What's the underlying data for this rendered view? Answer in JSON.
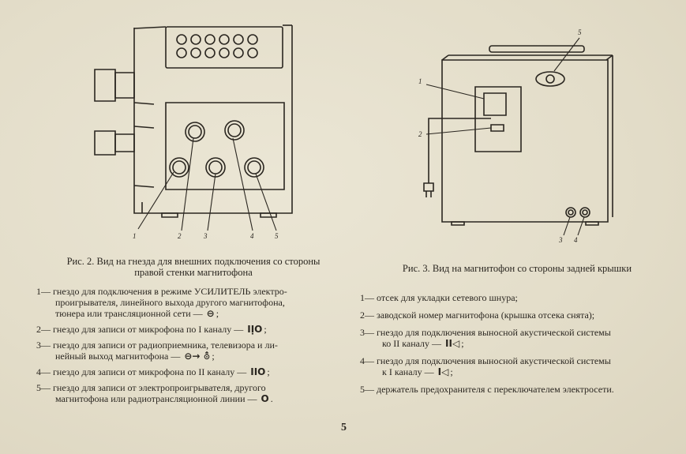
{
  "fig2": {
    "caption_line1": "Рис. 2. Вид на гнезда для внешних подключения со стороны",
    "caption_line2": "правой стенки магнитофона",
    "callouts": [
      "1",
      "2",
      "3",
      "4",
      "5"
    ],
    "legend": [
      {
        "num": "1",
        "dash": "—",
        "lines": [
          "гнездо для подключения в режиме УСИЛИТЕЛЬ электро-",
          "проигрывателя, линейного выхода другого магнитофона,",
          "тюнера или трансляционной сети —"
        ],
        "symbol": "⊖",
        "tail": ";"
      },
      {
        "num": "2",
        "dash": "—",
        "lines": [
          "гнездо для записи от микрофона по I каналу —"
        ],
        "symbol": "IỊO",
        "tail": ";"
      },
      {
        "num": "3",
        "dash": "—",
        "lines": [
          "гнездо для записи от радиоприемника, телевизора и ли-",
          "нейный выход магнитофона —"
        ],
        "symbol": "⊖→ ⛢",
        "tail": ";"
      },
      {
        "num": "4",
        "dash": "—",
        "lines": [
          "гнездо для записи от микрофона по II каналу —"
        ],
        "symbol": "IIO",
        "tail": ";"
      },
      {
        "num": "5",
        "dash": "—",
        "lines": [
          "гнездо для записи от электропроигрывателя, другого",
          "магнитофона или радиотрансляционной линии —"
        ],
        "symbol": "O",
        "tail": "."
      }
    ]
  },
  "fig3": {
    "caption": "Рис. 3. Вид на магнитофон со стороны задней крышки",
    "callouts": [
      "1",
      "2",
      "3",
      "4",
      "5"
    ],
    "legend": [
      {
        "num": "1",
        "dash": "—",
        "lines": [
          "отсек для укладки сетевого шнура;"
        ],
        "symbol": "",
        "tail": ""
      },
      {
        "num": "2",
        "dash": "—",
        "lines": [
          "заводской номер магнитофона (крышка отсека снята);"
        ],
        "symbol": "",
        "tail": ""
      },
      {
        "num": "3",
        "dash": "—",
        "lines": [
          "гнездо для подключения выносной акустической системы",
          "ко II каналу —"
        ],
        "symbol": "II◁",
        "tail": ";"
      },
      {
        "num": "4",
        "dash": "—",
        "lines": [
          "гнездо для подключения выносной акустической системы",
          "к I каналу —"
        ],
        "symbol": "I◁",
        "tail": ";"
      },
      {
        "num": "5",
        "dash": "—",
        "lines": [
          "держатель предохранителя с переключателем электросети."
        ],
        "symbol": "",
        "tail": ""
      }
    ]
  },
  "page_number": "5"
}
